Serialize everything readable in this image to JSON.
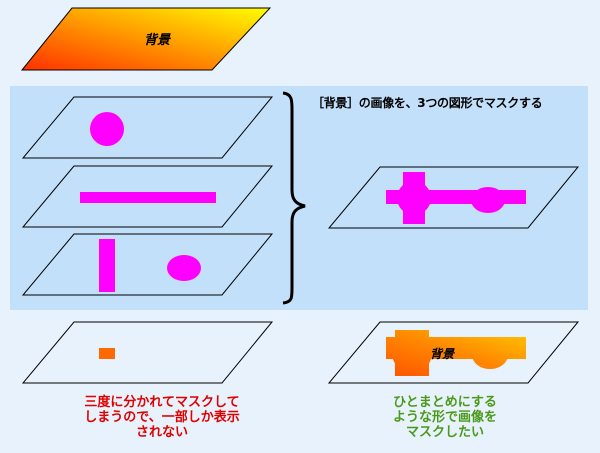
{
  "title_layer": {
    "label": "背景"
  },
  "description": "［背景］の画像を、3つの図形でマスクする",
  "result_layer": {
    "label": "背景"
  },
  "notes": {
    "left": "三度に分かれてマスクして\nしまうので、一部しか表示\nされない",
    "right": "ひとまとめにする\nような形で画像を\nマスクしたい"
  },
  "colors": {
    "page_bg": "#e8f2fc",
    "panel_bg": "#c3e0fa",
    "mask_shape": "#ff00ff",
    "gradient_start": "#ff3a00",
    "gradient_end": "#ffff00",
    "note_left": "#e00000",
    "note_right": "#4a9a1a",
    "orange_square": "#ff6a00"
  }
}
